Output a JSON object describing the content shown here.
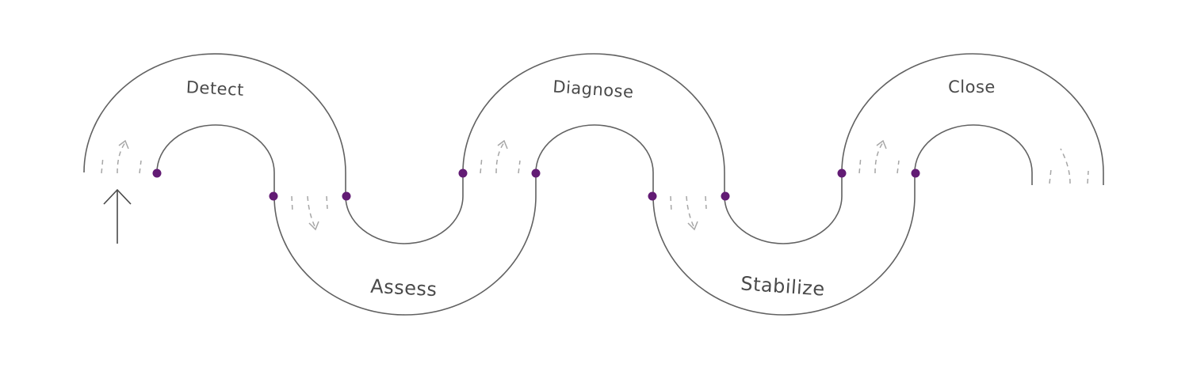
{
  "stages": [
    {
      "label": "Detect"
    },
    {
      "label": "Assess"
    },
    {
      "label": "Diagnose"
    },
    {
      "label": "Stabilize"
    },
    {
      "label": "Close"
    }
  ],
  "colors": {
    "band_stroke": "#616161",
    "dot": "#621b74",
    "flow_dash": "#a6a6a6",
    "label": "#4a4a4a"
  },
  "icons": {
    "start": "up-arrow-icon",
    "flow": "dashed-curved-arrow-icon",
    "checkpoint": "dot-icon"
  }
}
